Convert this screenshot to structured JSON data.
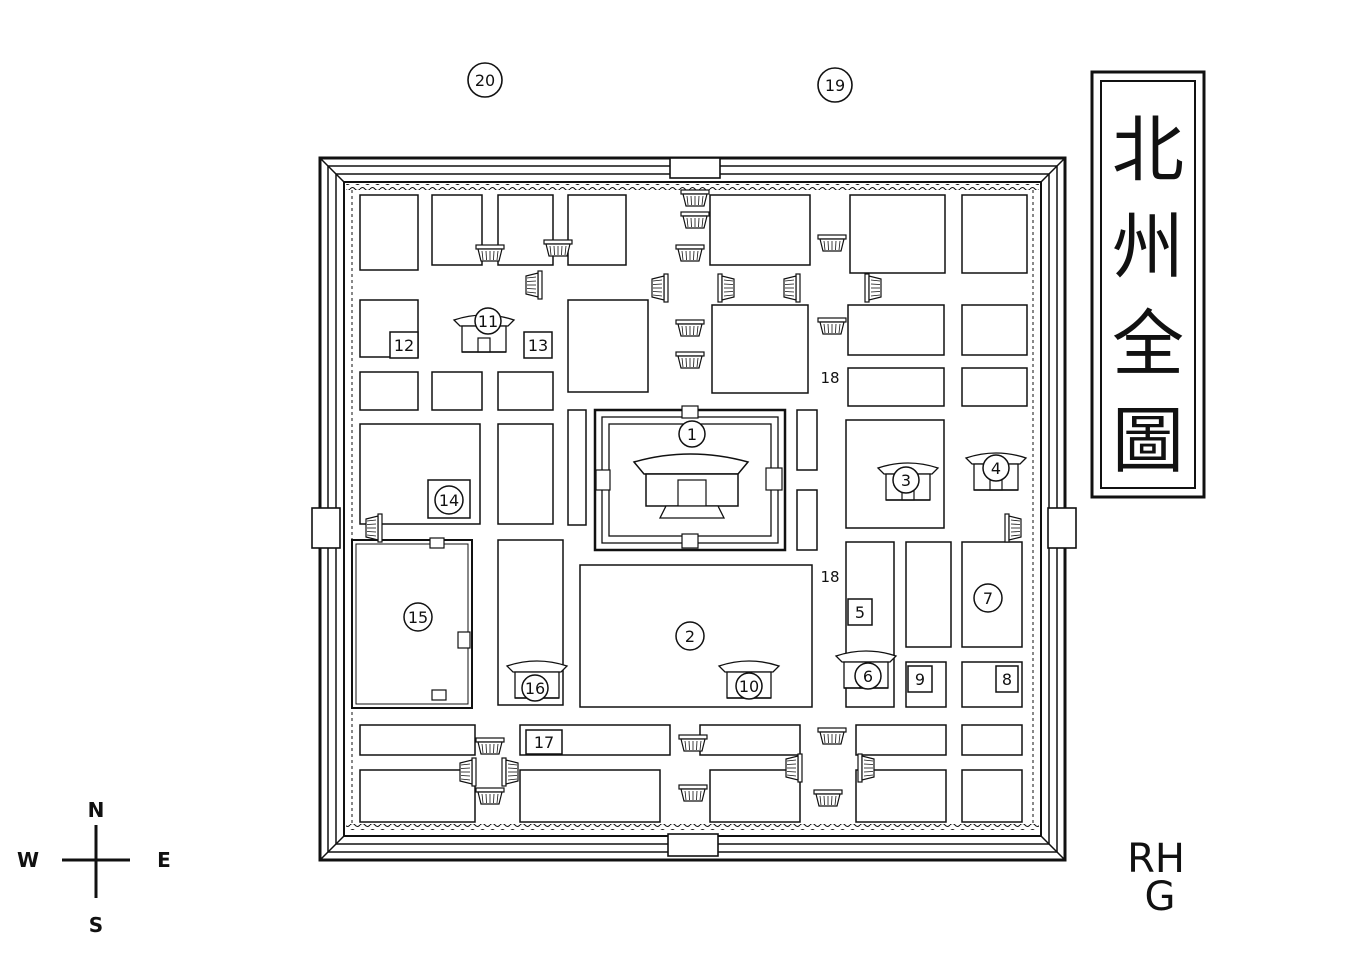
{
  "title": {
    "characters": [
      "北",
      "州",
      "全",
      "圖"
    ]
  },
  "signature": {
    "line1": "RH",
    "line2": "G"
  },
  "compass": {
    "north": "N",
    "south": "S",
    "east": "E",
    "west": "W"
  },
  "outside_labels": {
    "nw": "20",
    "ne": "19"
  },
  "circled_labels": {
    "c1": "1",
    "c2": "2",
    "c3": "3",
    "c4": "4",
    "c6": "6",
    "c7": "7",
    "c10": "10",
    "c11": "11",
    "c14": "14",
    "c15": "15",
    "c16": "16"
  },
  "square_labels": {
    "s5": "5",
    "s8": "8",
    "s9": "9",
    "s12": "12",
    "s13": "13",
    "s17": "17"
  },
  "plain_labels": {
    "p18a": "18",
    "p18b": "18"
  }
}
